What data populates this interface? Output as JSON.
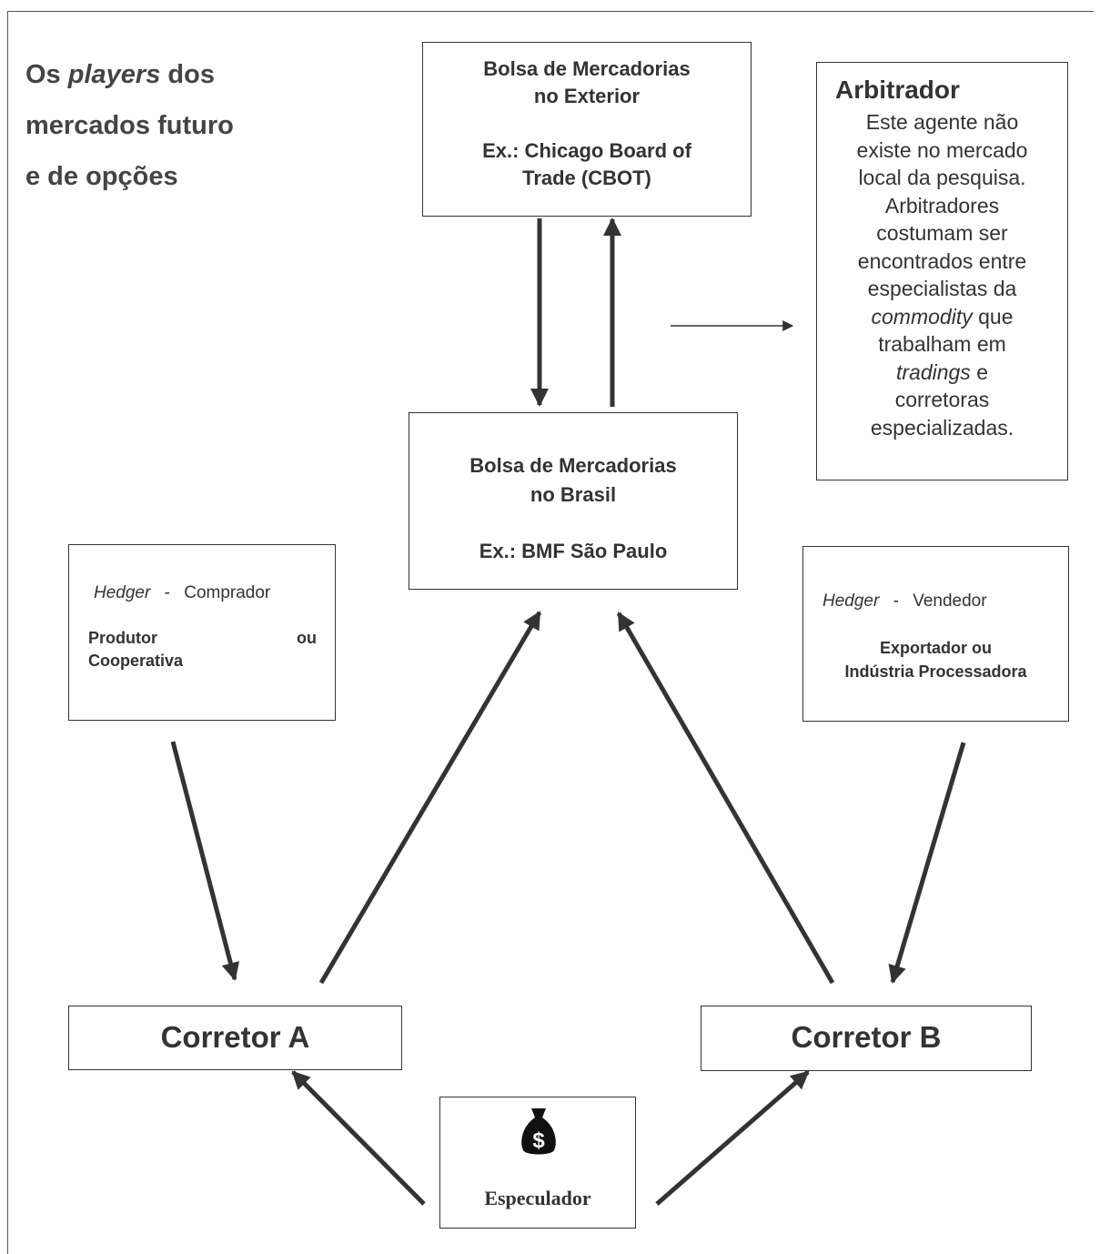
{
  "title": {
    "part1": "Os ",
    "part2_italic": "players",
    "part3": " dos",
    "line2": "mercados futuro",
    "line3": "e de opções"
  },
  "bolsa_exterior": {
    "line1": "Bolsa de Mercadorias",
    "line2": "no Exterior",
    "line3": "Ex.: Chicago Board of",
    "line4": "Trade (CBOT)"
  },
  "arbitrador": {
    "heading": "Arbitrador",
    "lines": [
      {
        "text": "Este agente não",
        "italic": false
      },
      {
        "text": "existe no mercado",
        "italic": false
      },
      {
        "text": "local da pesquisa.",
        "italic": false
      },
      {
        "text": "Arbitradores",
        "italic": false
      },
      {
        "text": "costumam ser",
        "italic": false
      },
      {
        "text": "encontrados entre",
        "italic": false
      },
      {
        "text": "especialistas da",
        "italic": false
      },
      {
        "text_italic": "commodity",
        "text": " que"
      },
      {
        "text": "trabalham em",
        "italic": false
      },
      {
        "text_italic": "tradings",
        "text": " e"
      },
      {
        "text": "corretoras",
        "italic": false
      },
      {
        "text": "especializadas.",
        "italic": false
      }
    ]
  },
  "bolsa_brasil": {
    "line1": "Bolsa de Mercadorias",
    "line2": "no Brasil",
    "line3": "Ex.: BMF São Paulo"
  },
  "hedger_comprador": {
    "hedger": "Hedger",
    "dash": "-",
    "role": "Comprador",
    "produtor": "Produtor",
    "ou": "ou",
    "cooperativa": "Cooperativa"
  },
  "hedger_vendedor": {
    "hedger": "Hedger",
    "dash": "-",
    "role": "Vendedor",
    "line1": "Exportador ou",
    "line2": "Indústria Processadora"
  },
  "corretor_a": {
    "label": "Corretor A"
  },
  "corretor_b": {
    "label": "Corretor B"
  },
  "especulador": {
    "label": "Especulador",
    "icon": "money-bag-icon",
    "icon_symbol": "$"
  }
}
